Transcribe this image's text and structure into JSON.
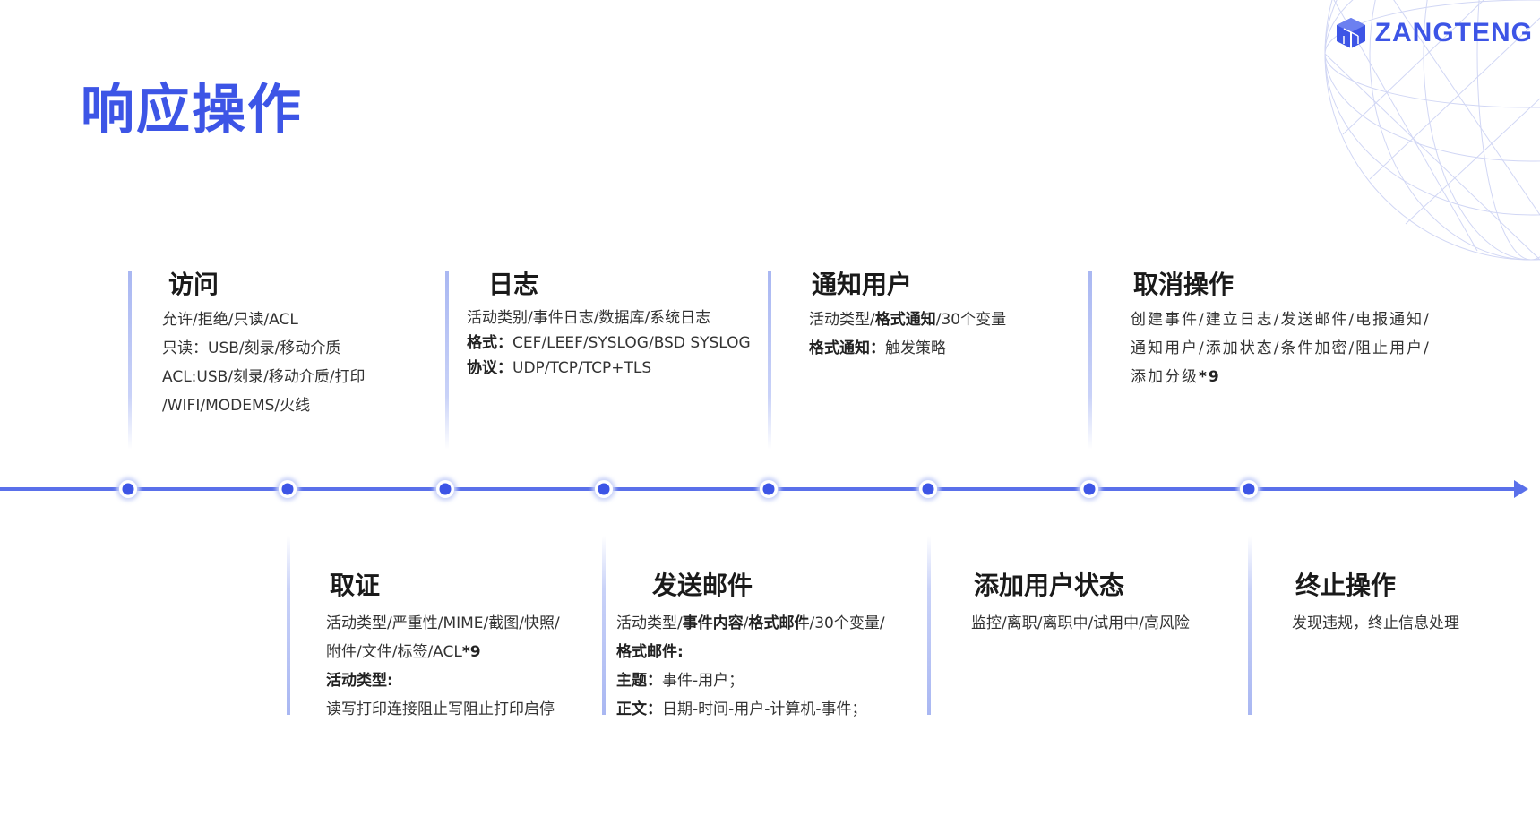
{
  "title": "响应操作",
  "brand": {
    "name": "ZANGTENG",
    "icon": "cube-logo-icon",
    "color": "#3D55E6"
  },
  "colors": {
    "accent": "#3D55E6",
    "timeline": "#5A70EA",
    "bar": "#A9B7F2"
  },
  "top_items": [
    {
      "title": "访问",
      "lines": [
        [
          {
            "t": "允许/拒绝/只读/ACL"
          }
        ],
        [
          {
            "t": "只读：USB/刻录/移动介质"
          }
        ],
        [
          {
            "t": "ACL:USB/刻录/移动介质/打印"
          }
        ],
        [
          {
            "t": "/WIFI/MODEMS/火线"
          }
        ]
      ]
    },
    {
      "title": "日志",
      "lines": [
        [
          {
            "t": "活动类别/事件日志/数据库/系统日志"
          }
        ],
        [
          {
            "t": "格式：",
            "b": true
          },
          {
            "t": "CEF/LEEF/SYSLOG/BSD SYSLOG"
          }
        ],
        [
          {
            "t": "协议：",
            "b": true
          },
          {
            "t": "UDP/TCP/TCP+TLS"
          }
        ]
      ]
    },
    {
      "title": "通知用户",
      "lines": [
        [
          {
            "t": "活动类型/"
          },
          {
            "t": "格式通知",
            "b": true
          },
          {
            "t": "/30个变量"
          }
        ],
        [
          {
            "t": "格式通知：",
            "b": true
          },
          {
            "t": "触发策略"
          }
        ]
      ]
    },
    {
      "title": "取消操作",
      "lines": [
        [
          {
            "t": "创建事件/建立日志/发送邮件/电报通知/"
          }
        ],
        [
          {
            "t": "通知用户/添加状态/条件加密/阻止用户/"
          }
        ],
        [
          {
            "t": "添加分级"
          },
          {
            "t": "*9",
            "b": true
          }
        ]
      ]
    }
  ],
  "bottom_items": [
    {
      "title": "取证",
      "lines": [
        [
          {
            "t": "活动类型/严重性/MIME/截图/快照/"
          }
        ],
        [
          {
            "t": "附件/文件/标签/ACL"
          },
          {
            "t": "*9",
            "b": true
          }
        ],
        [
          {
            "t": "活动类型:",
            "b": true
          }
        ],
        [
          {
            "t": "读写打印连接阻止写阻止打印启停"
          }
        ]
      ]
    },
    {
      "title": "发送邮件",
      "lines": [
        [
          {
            "t": "活动类型/"
          },
          {
            "t": "事件内容",
            "b": true
          },
          {
            "t": "/"
          },
          {
            "t": "格式邮件",
            "b": true
          },
          {
            "t": "/30个变量/"
          }
        ],
        [
          {
            "t": "格式邮件:",
            "b": true
          }
        ],
        [
          {
            "t": "主题：",
            "b": true
          },
          {
            "t": "事件-用户；"
          }
        ],
        [
          {
            "t": "正文：",
            "b": true
          },
          {
            "t": "日期-时间-用户-计算机-事件；"
          }
        ]
      ]
    },
    {
      "title": "添加用户状态",
      "lines": [
        [
          {
            "t": "监控/离职/离职中/试用中/高风险"
          }
        ]
      ]
    },
    {
      "title": "终止操作",
      "lines": [
        [
          {
            "t": "发现违规，终止信息处理"
          }
        ]
      ]
    }
  ]
}
